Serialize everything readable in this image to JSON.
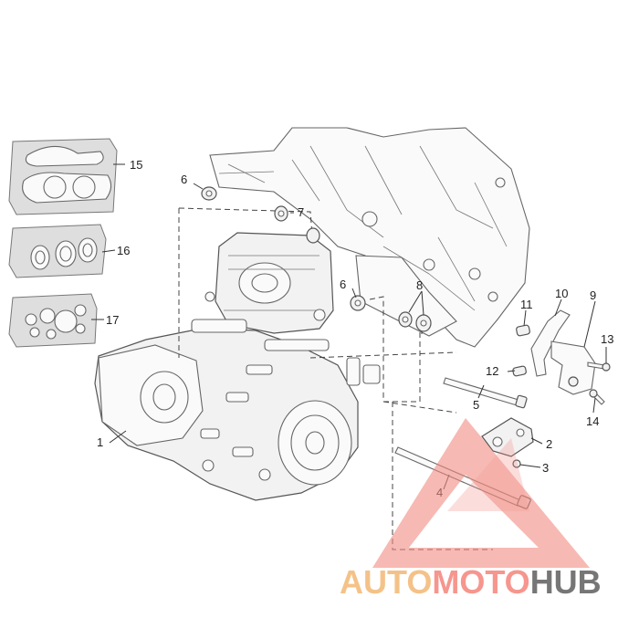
{
  "callouts": [
    {
      "id": "1",
      "label": "1"
    },
    {
      "id": "2",
      "label": "2"
    },
    {
      "id": "3",
      "label": "3"
    },
    {
      "id": "4",
      "label": "4"
    },
    {
      "id": "5",
      "label": "5"
    },
    {
      "id": "6a",
      "label": "6"
    },
    {
      "id": "6b",
      "label": "6"
    },
    {
      "id": "7",
      "label": "7"
    },
    {
      "id": "8",
      "label": "8"
    },
    {
      "id": "9",
      "label": "9"
    },
    {
      "id": "10",
      "label": "10"
    },
    {
      "id": "11",
      "label": "11"
    },
    {
      "id": "12",
      "label": "12"
    },
    {
      "id": "13",
      "label": "13"
    },
    {
      "id": "14",
      "label": "14"
    },
    {
      "id": "15",
      "label": "15"
    },
    {
      "id": "16",
      "label": "16"
    },
    {
      "id": "17",
      "label": "17"
    }
  ],
  "watermark": {
    "part1": "AUTO",
    "part2": "MOTO",
    "part3": "HUB",
    "color1": "#f2b36b",
    "color2": "#f47c72",
    "color3": "#555555"
  },
  "colors": {
    "triangle": "#f28a80"
  }
}
